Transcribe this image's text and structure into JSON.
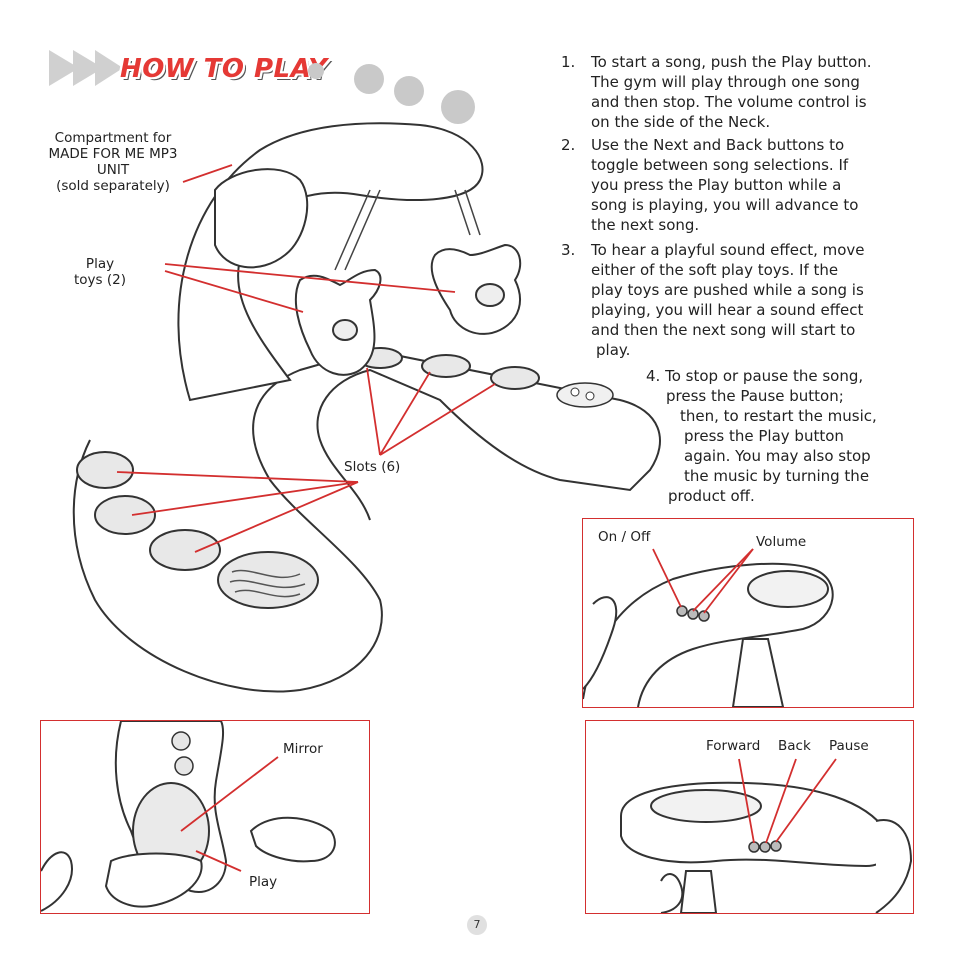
{
  "header": {
    "title": "HOW TO PLAY"
  },
  "instructions": [
    {
      "num": "1.",
      "lines": [
        "To start a song, push the Play button.",
        "The gym will play through one song",
        "and then stop. The volume control is",
        "on the side of the Neck."
      ]
    },
    {
      "num": "2.",
      "lines": [
        "Use the Next and Back buttons to",
        "toggle between song selections. If",
        "you press the Play button while a",
        "song is playing, you will advance to",
        "the next song."
      ]
    },
    {
      "num": "3.",
      "lines": [
        "To hear a playful sound effect, move",
        "either of the soft play toys. If the",
        "play toys are pushed while a song is",
        "playing, you will hear a sound effect",
        "and then the next song will start to",
        "play."
      ]
    },
    {
      "num": "4.",
      "lines": [
        "To stop or pause the song,",
        "press the Pause button;",
        "then, to restart the music,",
        "press the Play button",
        "again. You may also stop",
        "the music by turning the",
        "product off."
      ]
    }
  ],
  "callouts": {
    "compartment": [
      "Compartment for",
      "MADE FOR ME MP3",
      "UNIT",
      "(sold separately)"
    ],
    "play_toys": [
      "Play",
      "toys (2)"
    ],
    "slots": "Slots (6)",
    "on_off": "On / Off",
    "volume": "Volume",
    "mirror": "Mirror",
    "play": "Play",
    "forward": "Forward",
    "back": "Back",
    "pause": "Pause"
  },
  "page_number": "7",
  "colors": {
    "accent": "#d32f2f",
    "title": "#e53935",
    "dots": "#c9c9c9"
  }
}
